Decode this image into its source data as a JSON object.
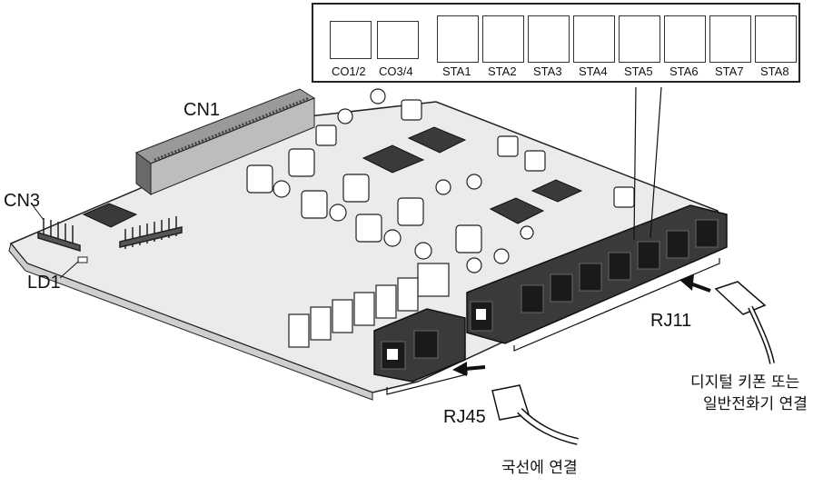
{
  "labels": {
    "cn1": "CN1",
    "cn3": "CN3",
    "ld1": "LD1",
    "rj11": "RJ11",
    "rj45": "RJ45",
    "station_note_line1": "디지털 키폰 또는",
    "station_note_line2": "일반전화기 연결",
    "co_note": "국선에 연결"
  },
  "port_panel": {
    "co_ports": [
      "CO1/2",
      "CO3/4"
    ],
    "sta_ports": [
      "STA1",
      "STA2",
      "STA3",
      "STA4",
      "STA5",
      "STA6",
      "STA7",
      "STA8"
    ]
  },
  "colors": {
    "board_fill": "#ebebeb",
    "jack_dark": "#3a3a3a",
    "line": "#111111"
  }
}
